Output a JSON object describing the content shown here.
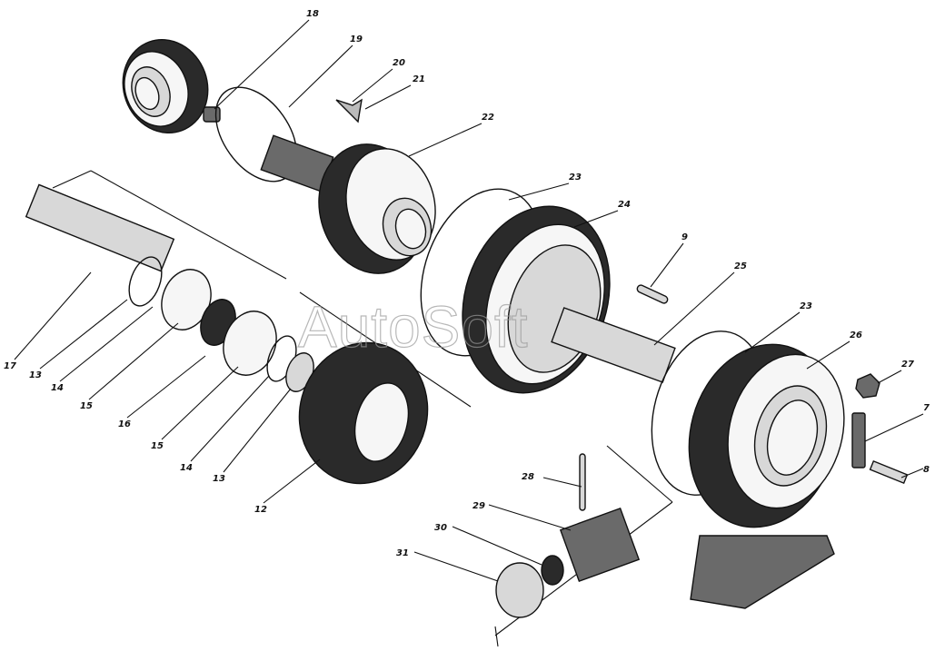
{
  "watermark": "AutoSoft",
  "callouts": [
    "18",
    "19",
    "20",
    "21",
    "22",
    "23",
    "24",
    "9",
    "25",
    "23",
    "26",
    "27",
    "7",
    "8",
    "17",
    "13",
    "14",
    "15",
    "16",
    "15",
    "14",
    "13",
    "12",
    "28",
    "29",
    "30",
    "31"
  ]
}
